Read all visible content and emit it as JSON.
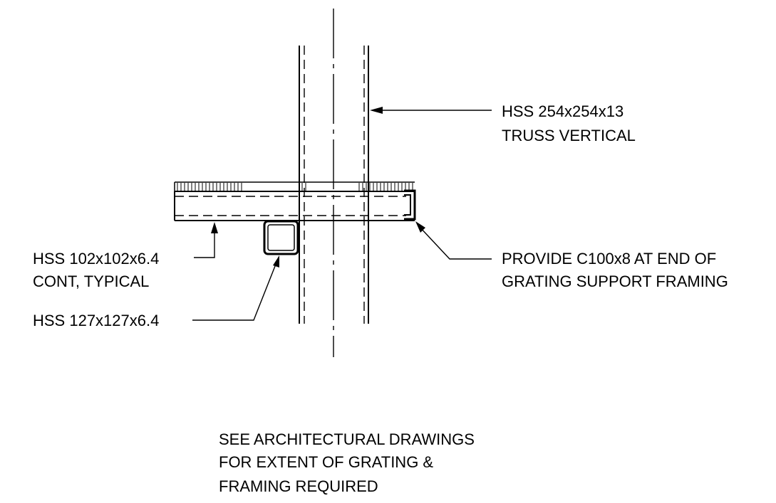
{
  "labels": {
    "truss_vertical": {
      "line1": "HSS 254x254x13",
      "line2": "TRUSS VERTICAL"
    },
    "cont_member": {
      "line1": "HSS 102x102x6.4",
      "line2": "CONT, TYPICAL"
    },
    "channel": {
      "line1": "PROVIDE C100x8 AT END OF",
      "line2": "GRATING SUPPORT FRAMING"
    },
    "small_tube": {
      "line1": "HSS 127x127x6.4"
    },
    "note": {
      "line1": "SEE ARCHITECTURAL DRAWINGS",
      "line2": "FOR EXTENT OF GRATING &",
      "line3": "FRAMING REQUIRED"
    }
  }
}
